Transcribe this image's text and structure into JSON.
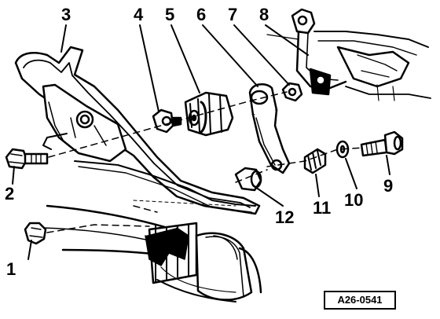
{
  "callouts": [
    "1",
    "2",
    "3",
    "4",
    "5",
    "6",
    "7",
    "8",
    "9",
    "10",
    "11",
    "12"
  ],
  "reference": "A26-0541",
  "colors": {
    "ink": "#000000",
    "paper": "#ffffff"
  }
}
